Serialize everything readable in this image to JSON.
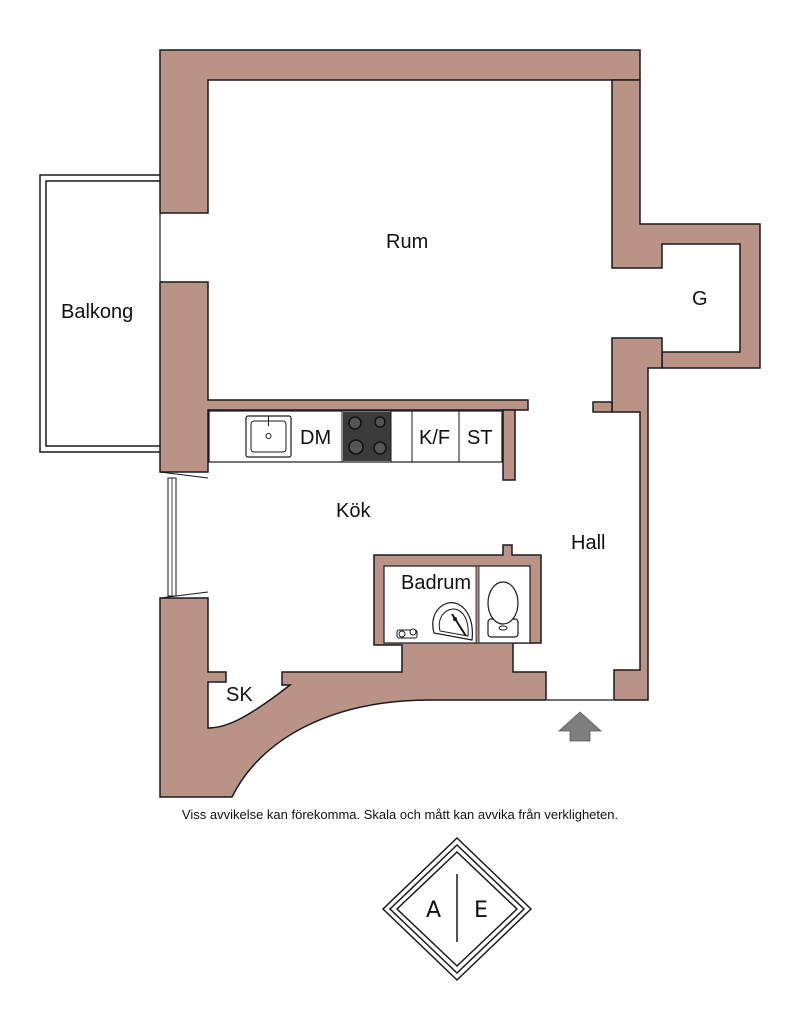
{
  "colors": {
    "wall": "#b89386",
    "outline": "#1a1a1a",
    "background": "#ffffff",
    "arrow": "#7f7f7f",
    "cooktop": "#3b3b3b"
  },
  "rooms": {
    "rum": "Rum",
    "balkong": "Balkong",
    "g": "G",
    "kok": "Kök",
    "hall": "Hall",
    "badrum": "Badrum",
    "sk": "SK"
  },
  "fixtures": {
    "dm": "DM",
    "kf": "K/F",
    "st": "ST"
  },
  "icons": [
    "sink-icon",
    "cooktop-icon",
    "toilet-icon",
    "washbasin-icon",
    "faucet-icon",
    "entrance-arrow-icon"
  ],
  "disclaimer": "Viss avvikelse kan förekomma. Skala och mått kan avvika från verkligheten.",
  "logo": {
    "left": "A",
    "right": "E"
  }
}
